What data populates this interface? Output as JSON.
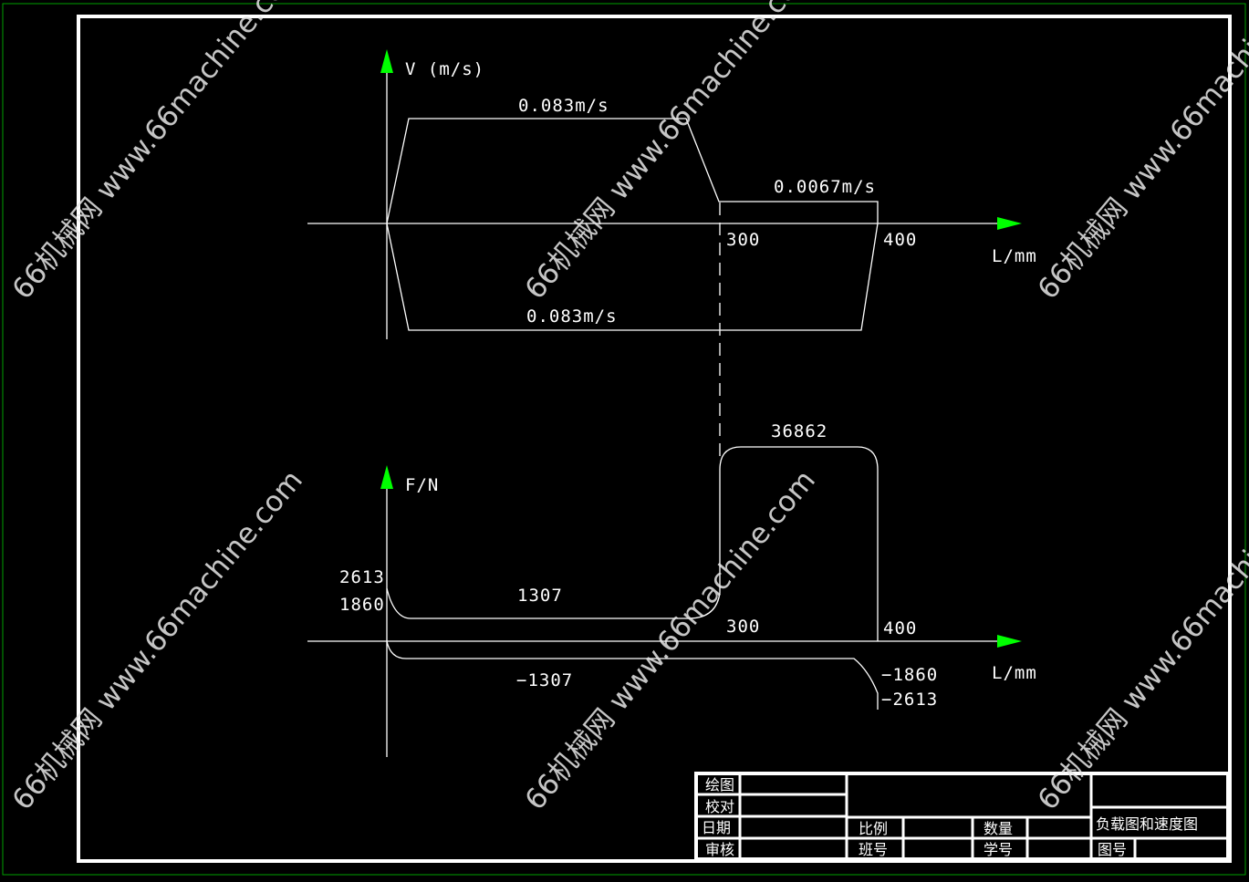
{
  "velocity_diagram": {
    "axis_label": "V (m/s)",
    "x_axis_label": "L/mm",
    "label_fast_forward": "0.083m/s",
    "label_work_feed": "0.0067m/s",
    "label_fast_return": "0.083m/s",
    "tick_300": "300",
    "tick_400": "400"
  },
  "load_diagram": {
    "axis_label": "F/N",
    "x_axis_label": "L/mm",
    "label_peak": "36862",
    "label_2613": "2613",
    "label_1860": "1860",
    "label_1307": "1307",
    "label_neg_1307": "−1307",
    "label_neg_1860": "−1860",
    "label_neg_2613": "−2613",
    "tick_300": "300",
    "tick_400": "400"
  },
  "chart_data": [
    {
      "type": "line",
      "ylabel": "V (m/s)",
      "xlabel": "L/mm",
      "x_ticks": [
        300,
        400
      ],
      "series": [
        {
          "points": [
            [
              0,
              0
            ],
            [
              0,
              0.083
            ],
            [
              300,
              0.083
            ],
            [
              300,
              0.0067
            ],
            [
              400,
              0.0067
            ],
            [
              400,
              0
            ]
          ],
          "labels": [
            "0.083m/s",
            "0.0067m/s"
          ]
        },
        {
          "points": [
            [
              0,
              0
            ],
            [
              0,
              -0.083
            ],
            [
              400,
              -0.083
            ],
            [
              400,
              0
            ]
          ],
          "labels": [
            "0.083m/s"
          ]
        }
      ]
    },
    {
      "type": "line",
      "ylabel": "F/N",
      "xlabel": "L/mm",
      "x_ticks": [
        300,
        400
      ],
      "series": [
        {
          "points": [
            [
              0,
              2613
            ],
            [
              0,
              1860
            ],
            [
              0,
              1307
            ],
            [
              300,
              1307
            ],
            [
              300,
              36862
            ],
            [
              400,
              36862
            ],
            [
              400,
              0
            ]
          ],
          "labels": [
            "2613",
            "1860",
            "1307",
            "36862"
          ]
        },
        {
          "points": [
            [
              0,
              0
            ],
            [
              0,
              -1307
            ],
            [
              400,
              -1307
            ],
            [
              400,
              -1860
            ],
            [
              400,
              -2613
            ]
          ],
          "labels": [
            "−1307",
            "−1860",
            "−2613"
          ]
        }
      ]
    }
  ],
  "title_block": {
    "drawn_by": "绘图",
    "checked_by": "校对",
    "date": "日期",
    "reviewed_by": "审核",
    "scale": "比例",
    "class": "班号",
    "quantity": "数量",
    "student_no": "学号",
    "drawing_title": "负载图和速度图",
    "drawing_no": "图号"
  },
  "watermark": {
    "text": "66机械网 www.66machine.com"
  },
  "colors": {
    "background": "#000000",
    "line": "#ffffff",
    "arrow": "#00ff00",
    "outer_border": "#00a000"
  }
}
